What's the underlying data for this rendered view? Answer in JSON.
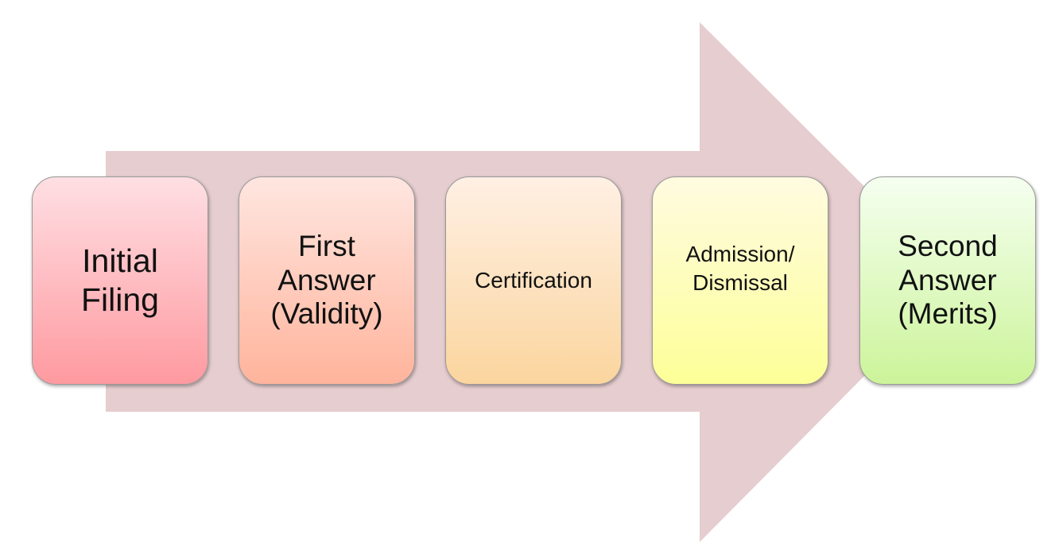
{
  "diagram": {
    "arrow_color": "#e6cdcf",
    "steps": [
      {
        "label": "Initial\nFiling"
      },
      {
        "label": "First\nAnswer\n(Validity)"
      },
      {
        "label": "Certification"
      },
      {
        "label": "Admission/\nDismissal"
      },
      {
        "label": "Second\nAnswer\n(Merits)"
      }
    ]
  }
}
